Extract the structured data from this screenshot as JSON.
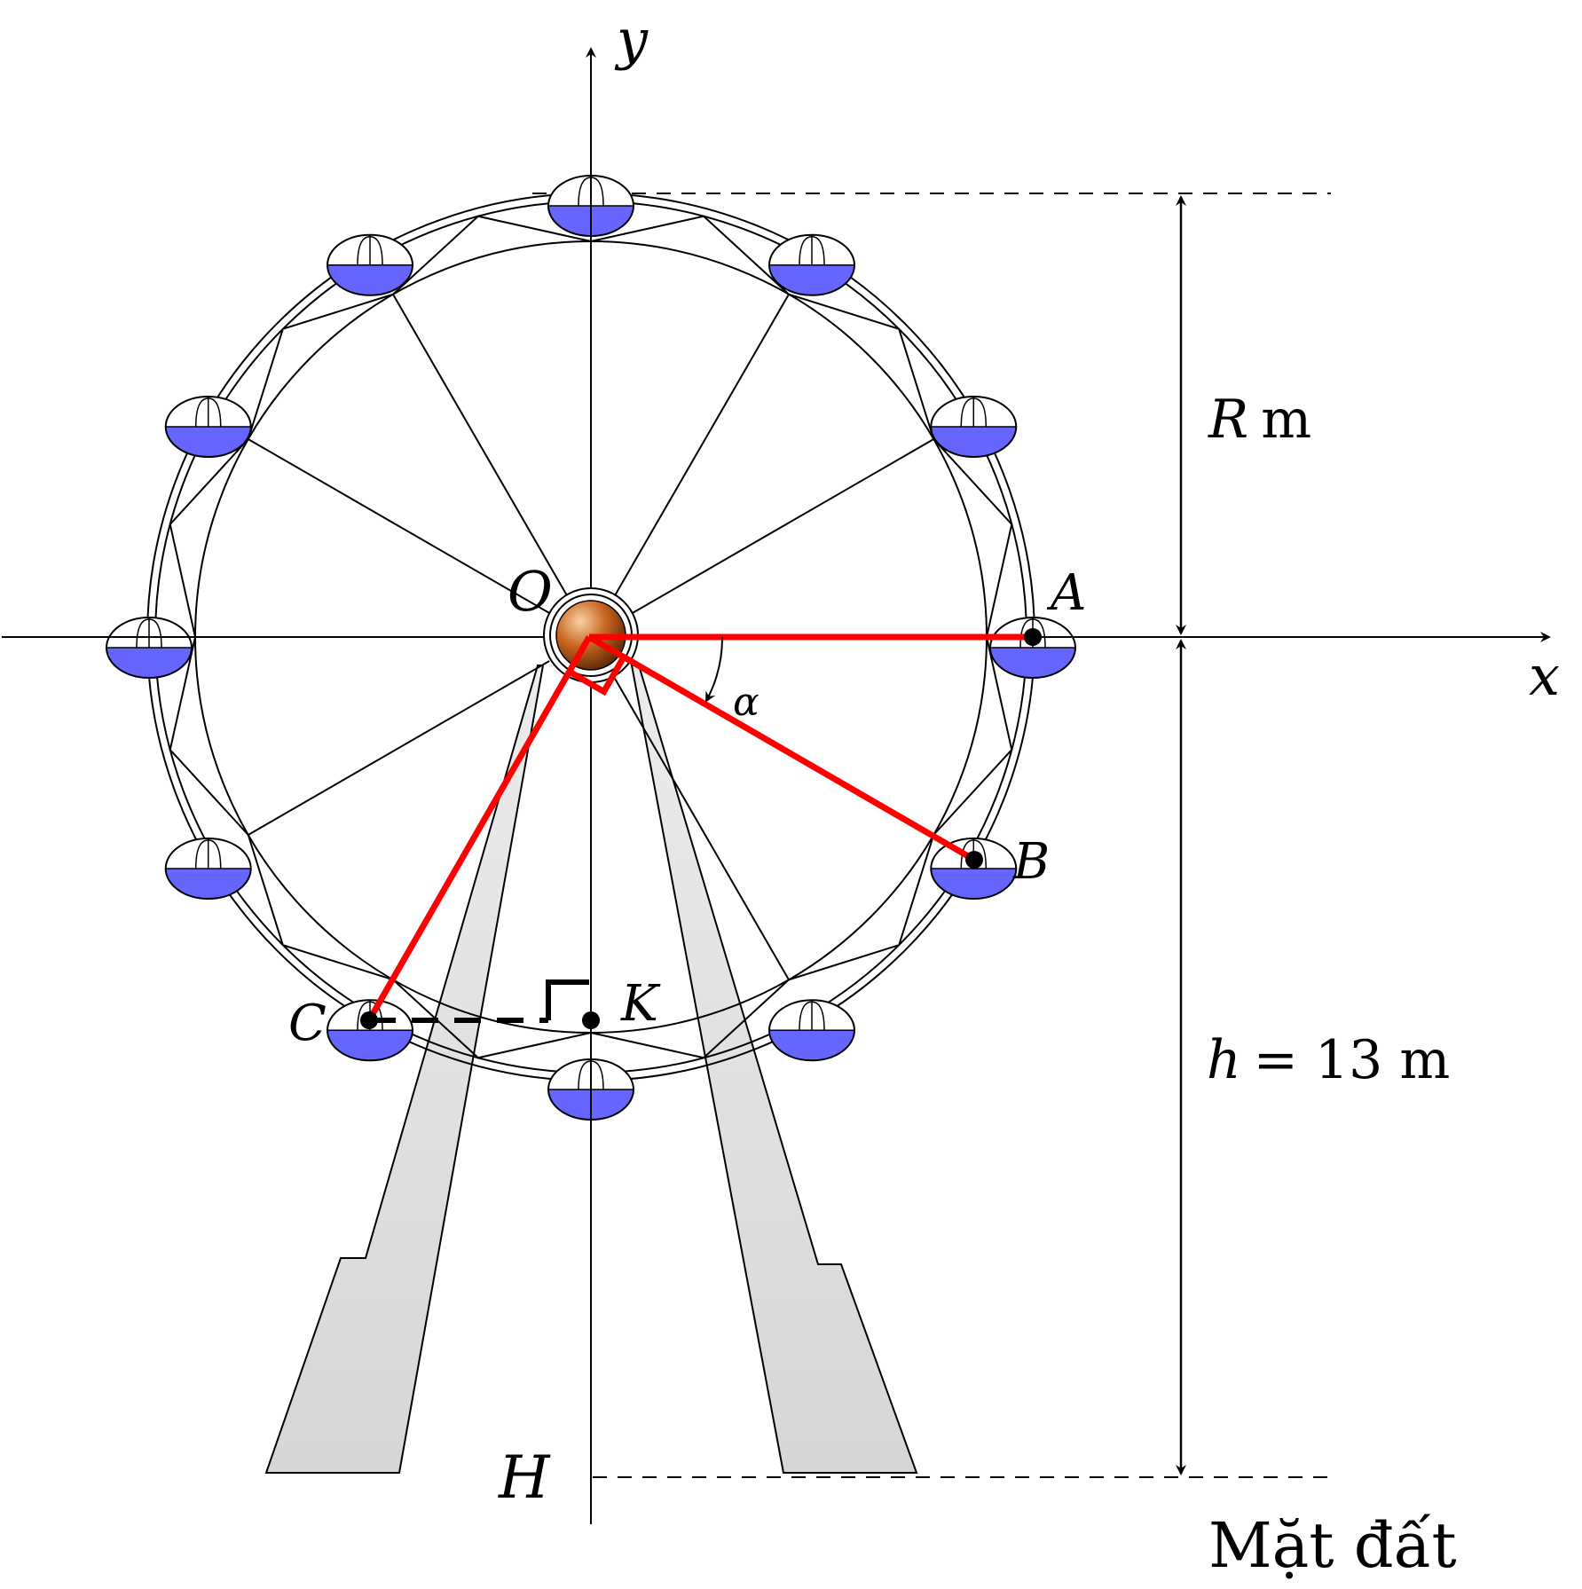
{
  "labels": {
    "x_axis": "x",
    "y_axis": "y",
    "origin": "O",
    "point_a": "A",
    "point_b": "B",
    "point_c": "C",
    "point_k": "K",
    "point_h": "H",
    "angle": "α",
    "radius_var": "R",
    "radius_unit": "m",
    "height_var": "h",
    "height_value": "= 13 m",
    "ground": "Mặt đất"
  },
  "colors": {
    "cabin": "#6666ff",
    "highlight": "#ff0000",
    "support": "#e3e3e3",
    "hub": "#c8641e"
  }
}
